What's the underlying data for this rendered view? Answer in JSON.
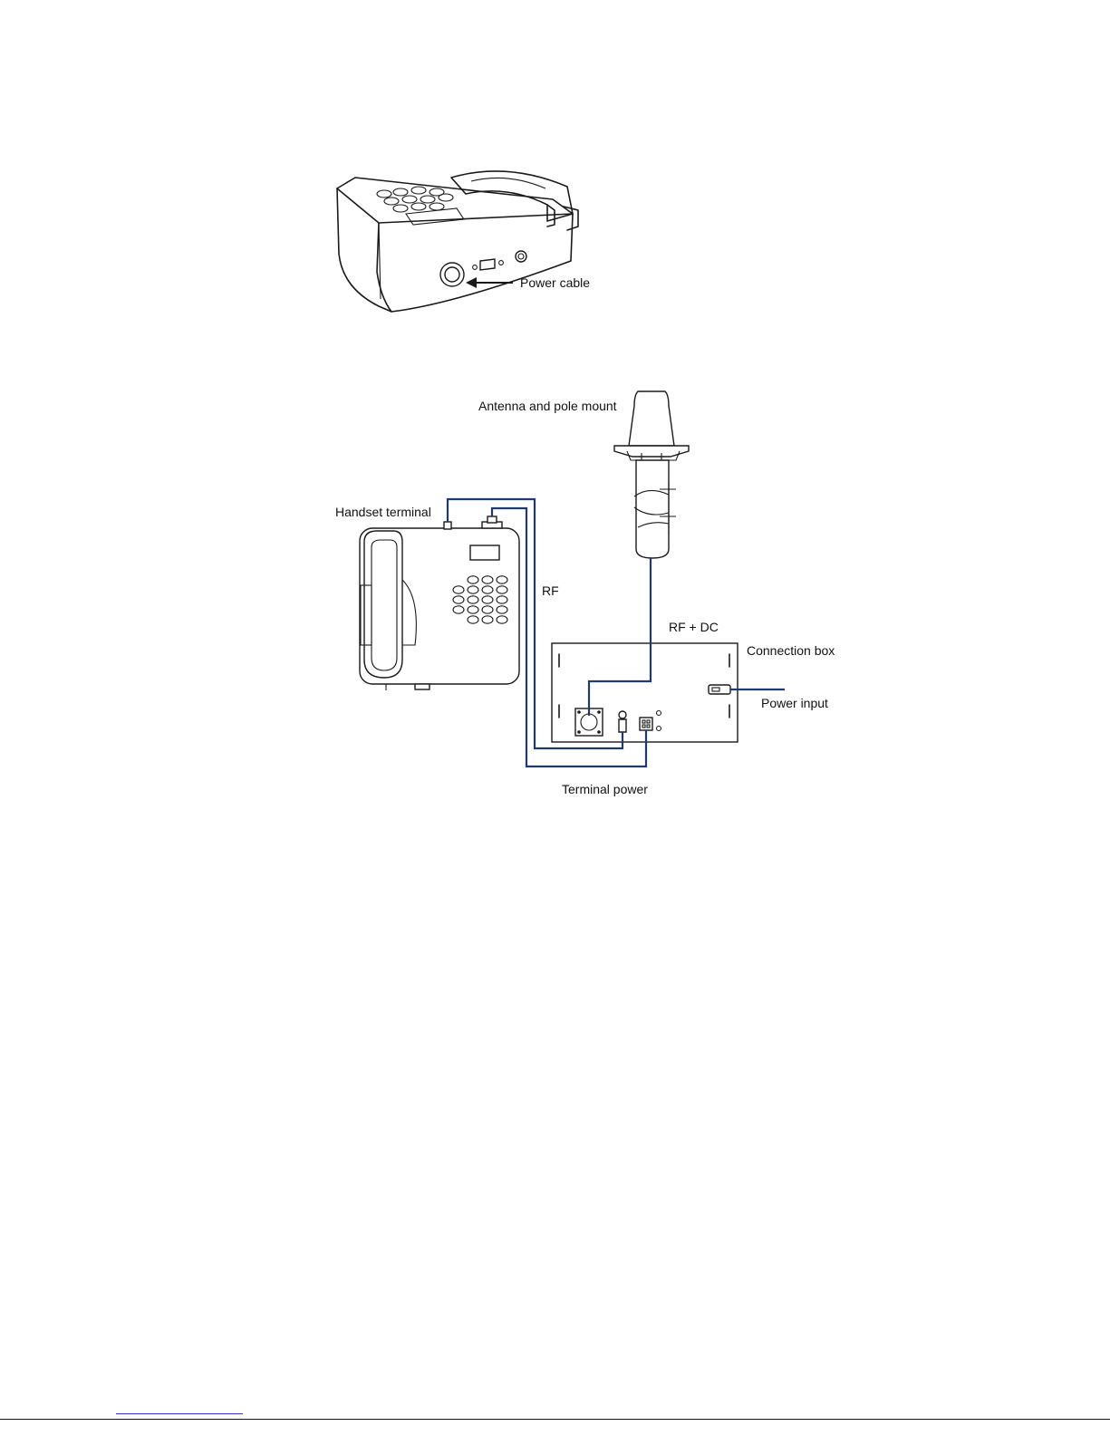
{
  "figure1": {
    "labels": {
      "power_cable": "Power cable"
    }
  },
  "figure2": {
    "labels": {
      "antenna": "Antenna and pole mount",
      "handset": "Handset terminal",
      "rf": "RF",
      "rf_dc": "RF + DC",
      "connection_box": "Connection box",
      "power_input": "Power input",
      "terminal_power": "Terminal power"
    }
  },
  "colors": {
    "cable": "#1f3a73",
    "ink": "#1a1a1a",
    "footer_link": "#3333cc"
  }
}
